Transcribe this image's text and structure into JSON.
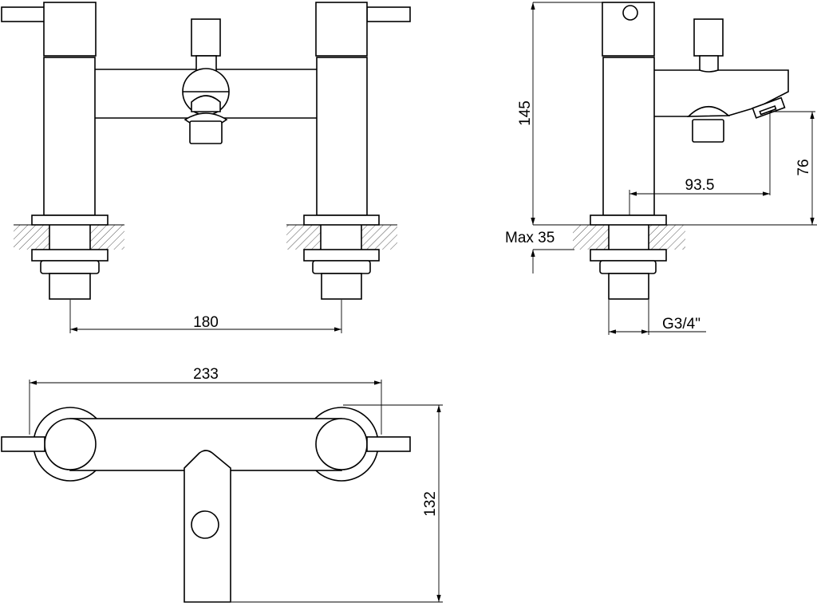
{
  "drawing": {
    "front_view": {
      "spacing_label": "180"
    },
    "side_view": {
      "height_label": "145",
      "spout_height_label": "76",
      "spout_reach_label": "93.5",
      "deck_thickness_label": "Max 35",
      "thread_label": "G3/4\""
    },
    "top_view": {
      "width_label": "233",
      "depth_label": "132"
    }
  }
}
